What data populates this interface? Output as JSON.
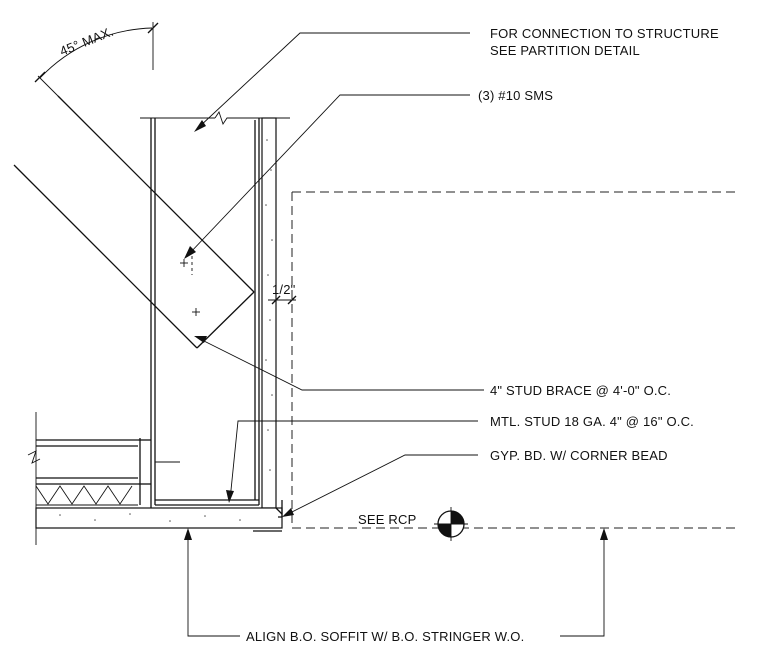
{
  "notes": {
    "connection_line1": "FOR CONNECTION TO STRUCTURE",
    "connection_line2": "SEE PARTITION DETAIL",
    "screws": "(3) #10 SMS",
    "stud_brace": "4\" STUD BRACE @ 4'-0\" O.C.",
    "mtl_stud": "MTL. STUD 18 GA. 4\" @ 16\" O.C.",
    "gyp_bd": "GYP. BD. W/ CORNER BEAD",
    "align": "ALIGN B.O. SOFFIT W/ B.O. STRINGER W.O.",
    "angle": "45° MAX.",
    "dimension": "1/2\"",
    "see_rcp": "SEE RCP"
  }
}
